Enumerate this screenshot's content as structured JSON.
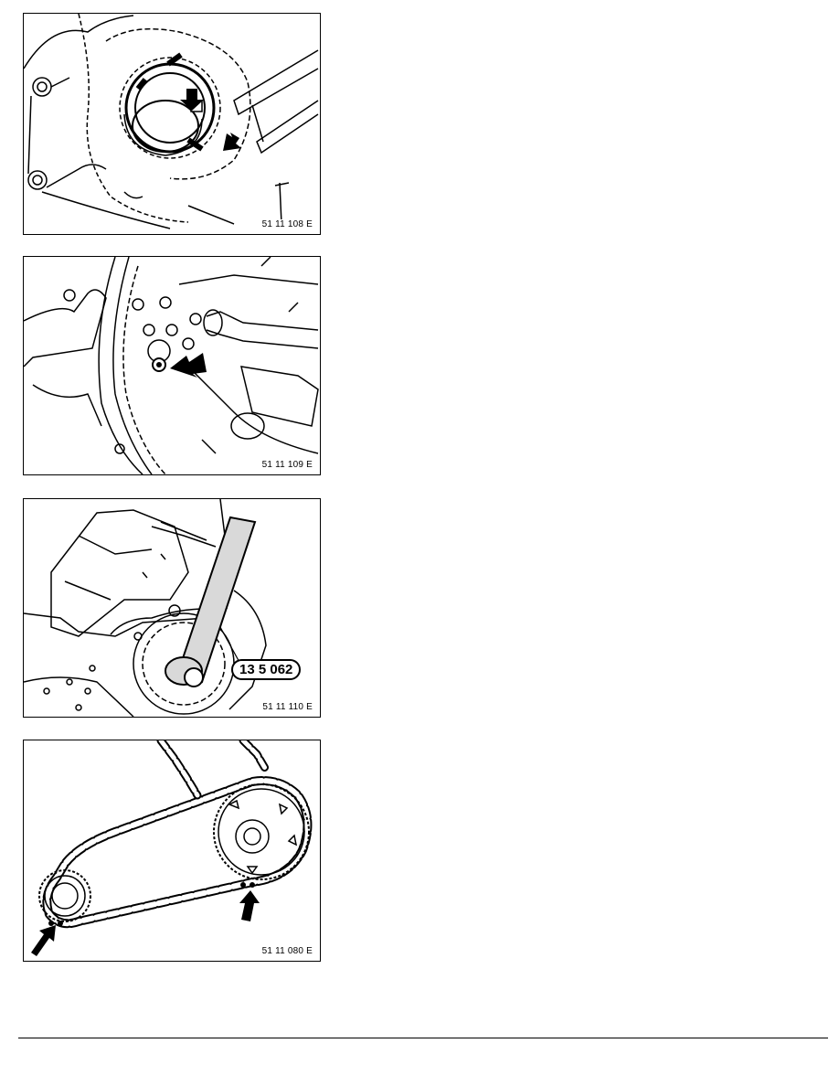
{
  "figures": [
    {
      "code": "51 11 108 E"
    },
    {
      "code": "51 11 109 E"
    },
    {
      "code": "51 11 110 E",
      "tool_label": "13 5 062"
    },
    {
      "code": "51 11 080 E"
    }
  ]
}
